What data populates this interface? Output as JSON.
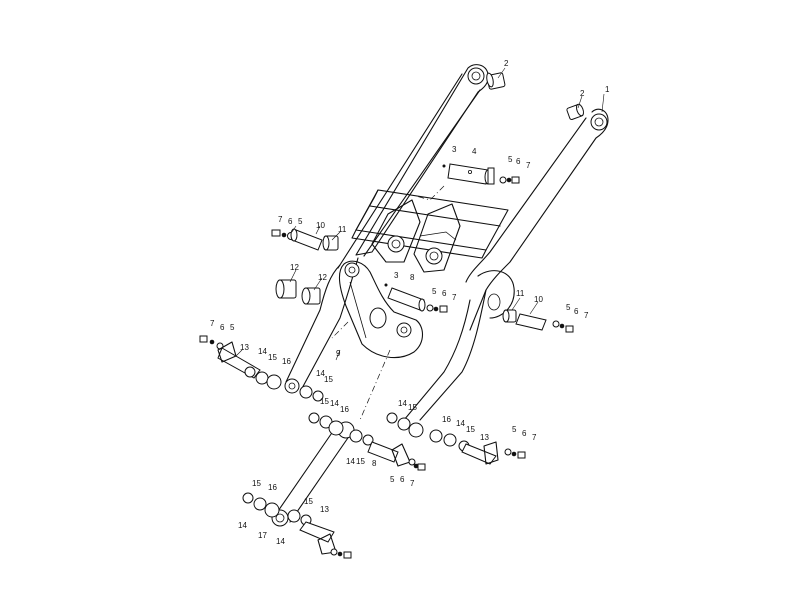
{
  "callouts": [
    {
      "id": "c-1",
      "text": "1"
    },
    {
      "id": "c-2a",
      "text": "2"
    },
    {
      "id": "c-2b",
      "text": "2"
    },
    {
      "id": "c-3a",
      "text": "3"
    },
    {
      "id": "c-4",
      "text": "4"
    },
    {
      "id": "c-5a",
      "text": "5"
    },
    {
      "id": "c-6a",
      "text": "6"
    },
    {
      "id": "c-7a",
      "text": "7"
    },
    {
      "id": "c-7b",
      "text": "7"
    },
    {
      "id": "c-6b",
      "text": "6"
    },
    {
      "id": "c-5b",
      "text": "5"
    },
    {
      "id": "c-10a",
      "text": "10"
    },
    {
      "id": "c-11a",
      "text": "11"
    },
    {
      "id": "c-12a",
      "text": "12"
    },
    {
      "id": "c-12b",
      "text": "12"
    },
    {
      "id": "c-3b",
      "text": "3"
    },
    {
      "id": "c-8a",
      "text": "8"
    },
    {
      "id": "c-5c",
      "text": "5"
    },
    {
      "id": "c-6c",
      "text": "6"
    },
    {
      "id": "c-7c",
      "text": "7"
    },
    {
      "id": "c-11b",
      "text": "11"
    },
    {
      "id": "c-10b",
      "text": "10"
    },
    {
      "id": "c-5d",
      "text": "5"
    },
    {
      "id": "c-6d",
      "text": "6"
    },
    {
      "id": "c-7d",
      "text": "7"
    },
    {
      "id": "c-7e",
      "text": "7"
    },
    {
      "id": "c-6e",
      "text": "6"
    },
    {
      "id": "c-5e",
      "text": "5"
    },
    {
      "id": "c-13a",
      "text": "13"
    },
    {
      "id": "c-14a",
      "text": "14"
    },
    {
      "id": "c-15a",
      "text": "15"
    },
    {
      "id": "c-16a",
      "text": "16"
    },
    {
      "id": "c-9",
      "text": "9"
    },
    {
      "id": "c-14b",
      "text": "14"
    },
    {
      "id": "c-15b",
      "text": "15"
    },
    {
      "id": "c-15c",
      "text": "15"
    },
    {
      "id": "c-14c",
      "text": "14"
    },
    {
      "id": "c-16b",
      "text": "16"
    },
    {
      "id": "c-14d",
      "text": "14"
    },
    {
      "id": "c-15d",
      "text": "15"
    },
    {
      "id": "c-14e",
      "text": "14"
    },
    {
      "id": "c-15e",
      "text": "15"
    },
    {
      "id": "c-8b",
      "text": "8"
    },
    {
      "id": "c-5f",
      "text": "5"
    },
    {
      "id": "c-6f",
      "text": "6"
    },
    {
      "id": "c-7f",
      "text": "7"
    },
    {
      "id": "c-16c",
      "text": "16"
    },
    {
      "id": "c-14f",
      "text": "14"
    },
    {
      "id": "c-15f",
      "text": "15"
    },
    {
      "id": "c-13b",
      "text": "13"
    },
    {
      "id": "c-5g",
      "text": "5"
    },
    {
      "id": "c-6g",
      "text": "6"
    },
    {
      "id": "c-7g",
      "text": "7"
    },
    {
      "id": "c-15g",
      "text": "15"
    },
    {
      "id": "c-16d",
      "text": "16"
    },
    {
      "id": "c-14g",
      "text": "14"
    },
    {
      "id": "c-17",
      "text": "17"
    },
    {
      "id": "c-14h",
      "text": "14"
    },
    {
      "id": "c-15h",
      "text": "15"
    },
    {
      "id": "c-13c",
      "text": "13"
    }
  ]
}
